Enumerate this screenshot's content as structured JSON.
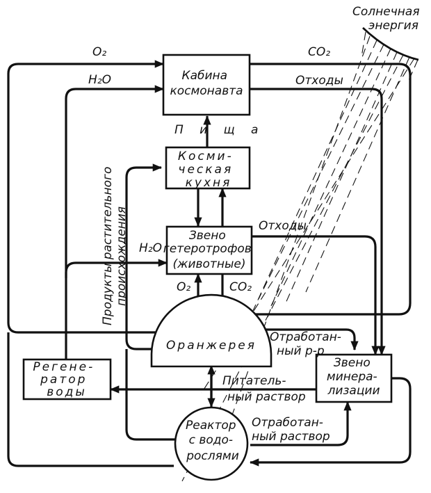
{
  "nodes": {
    "cabin": [
      "Кабина",
      "космонавта"
    ],
    "kitchen": [
      "Косми-",
      "ческая",
      "кухня"
    ],
    "heterotrophs": [
      "Звено",
      "гетеротрофов",
      "(животные)"
    ],
    "greenhouse": [
      "Оранжерея"
    ],
    "regenerator": [
      "Регене-",
      "ратор",
      "воды"
    ],
    "mineralization": [
      "Звено",
      "минера-",
      "лизации"
    ],
    "reactor": [
      "Реактор",
      "с водо-",
      "рослями"
    ]
  },
  "labels": {
    "sun": [
      "Солнечная",
      "энергия"
    ],
    "o2_top": "O₂",
    "h2o_top": "H₂O",
    "co2_top": "CO₂",
    "waste_top": "Отходы",
    "food": "П и щ а",
    "waste_mid": "Отходы",
    "h2o_mid": "H₂O",
    "o2_mid": "O₂",
    "co2_mid": "CO₂",
    "plant_products": [
      "Продукты растительного",
      "происхождения"
    ],
    "spent_solution_1": [
      "Отработан-",
      "ный р-р"
    ],
    "nutrient_solution": [
      "Питатель-",
      "ный раствор"
    ],
    "spent_solution_2": [
      "Отработан-",
      "ный раствор"
    ]
  }
}
